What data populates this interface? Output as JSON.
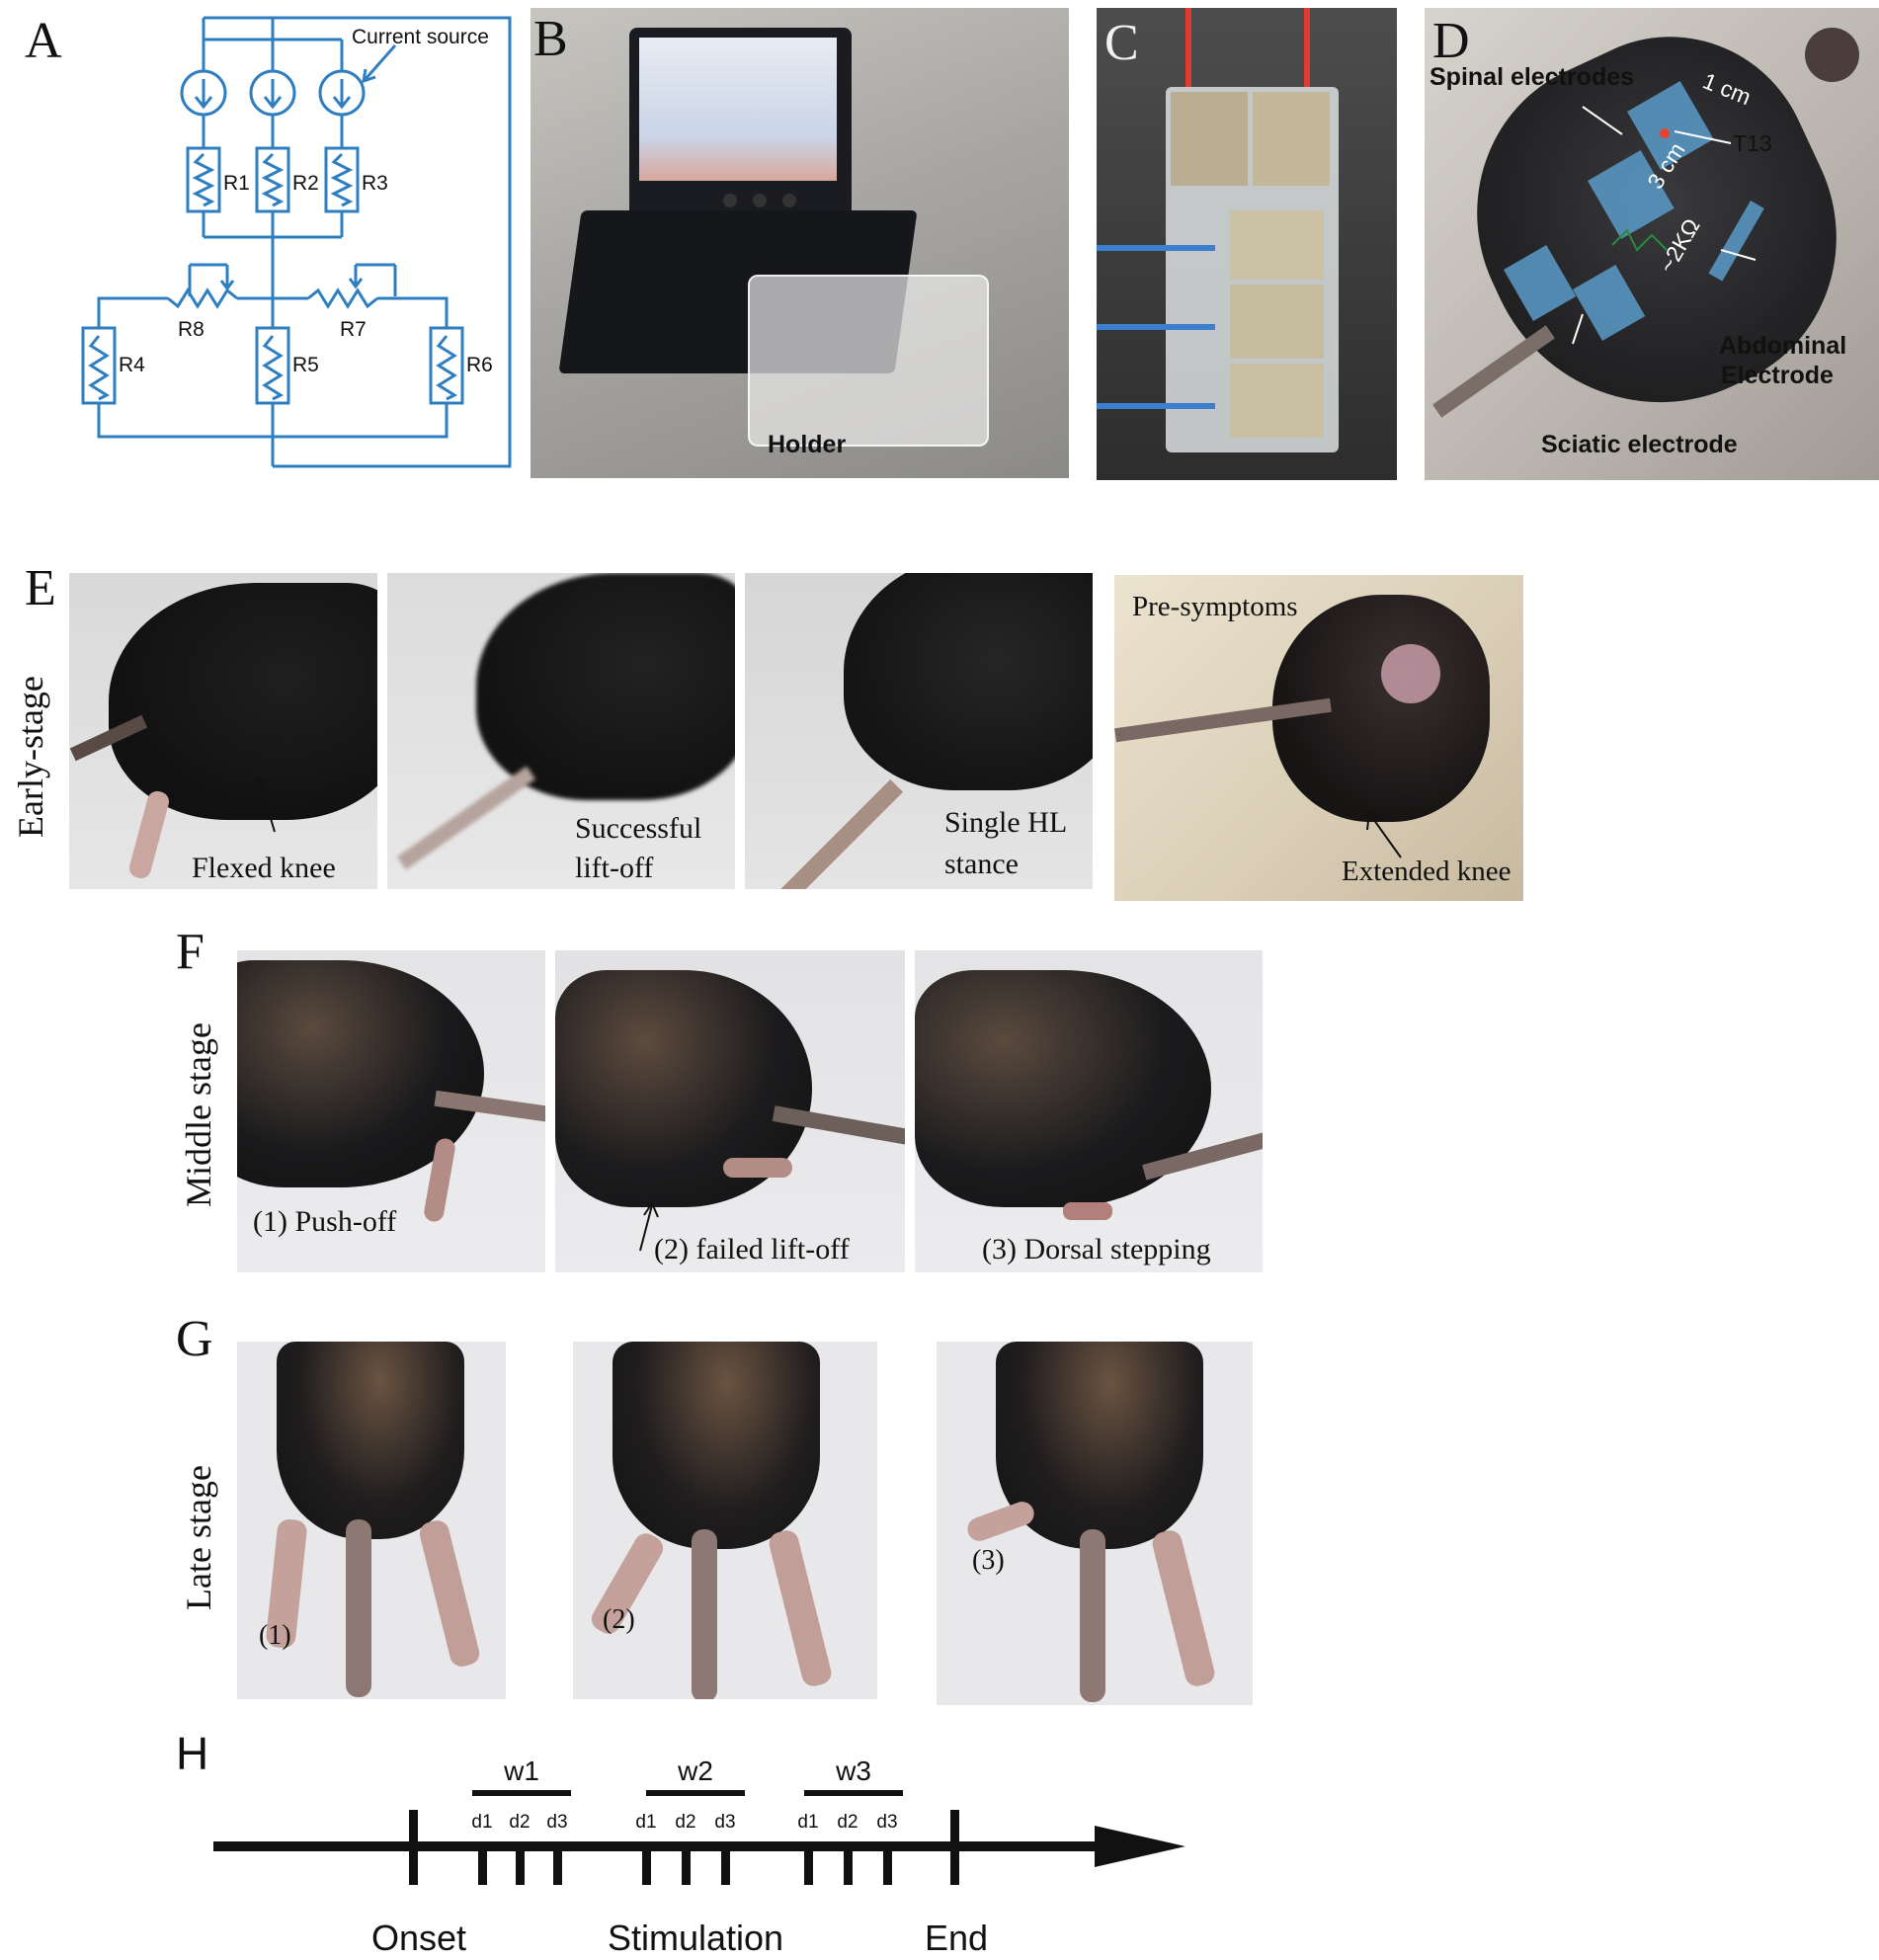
{
  "panels": {
    "A": {
      "letter": "A",
      "current_source_label": "Current source",
      "resistors": [
        "R1",
        "R2",
        "R3",
        "R4",
        "R5",
        "R6",
        "R7",
        "R8"
      ],
      "circuit_color": "#2f7fc0"
    },
    "B": {
      "letter": "B",
      "holder_label": "Holder"
    },
    "C": {
      "letter": "C"
    },
    "D": {
      "letter": "D",
      "spinal_electrodes": "Spinal electrodes",
      "one_cm": "1 cm",
      "three_cm": "3 cm",
      "t13": "T13",
      "resistance": "~2KΩ",
      "abdominal_line1": "Abdominal",
      "abdominal_line2": "Electrode",
      "sciatic_electrode": "Sciatic electrode",
      "electrode_color": "#5a9bc9"
    },
    "E": {
      "letter": "E",
      "stage": "Early-stage",
      "frames": [
        {
          "label": "Flexed knee"
        },
        {
          "label_line1": "Successful",
          "label_line2": "lift-off"
        },
        {
          "label_line1": "Single HL",
          "label_line2": "stance"
        },
        {
          "title": "Pre-symptoms",
          "label": "Extended knee"
        }
      ]
    },
    "F": {
      "letter": "F",
      "stage": "Middle stage",
      "frames": [
        {
          "label": "(1) Push-off"
        },
        {
          "label": "(2) failed lift-off"
        },
        {
          "label": "(3) Dorsal stepping"
        }
      ]
    },
    "G": {
      "letter": "G",
      "stage": "Late stage",
      "frames": [
        {
          "label": "(1)"
        },
        {
          "label": "(2)"
        },
        {
          "label": "(3)"
        }
      ]
    },
    "H": {
      "letter": "H",
      "weeks": [
        {
          "label": "w1",
          "days": [
            "d1",
            "d2",
            "d3"
          ]
        },
        {
          "label": "w2",
          "days": [
            "d1",
            "d2",
            "d3"
          ]
        },
        {
          "label": "w3",
          "days": [
            "d1",
            "d2",
            "d3"
          ]
        }
      ],
      "onset": "Onset",
      "stimulation": "Stimulation",
      "end": "End"
    }
  }
}
